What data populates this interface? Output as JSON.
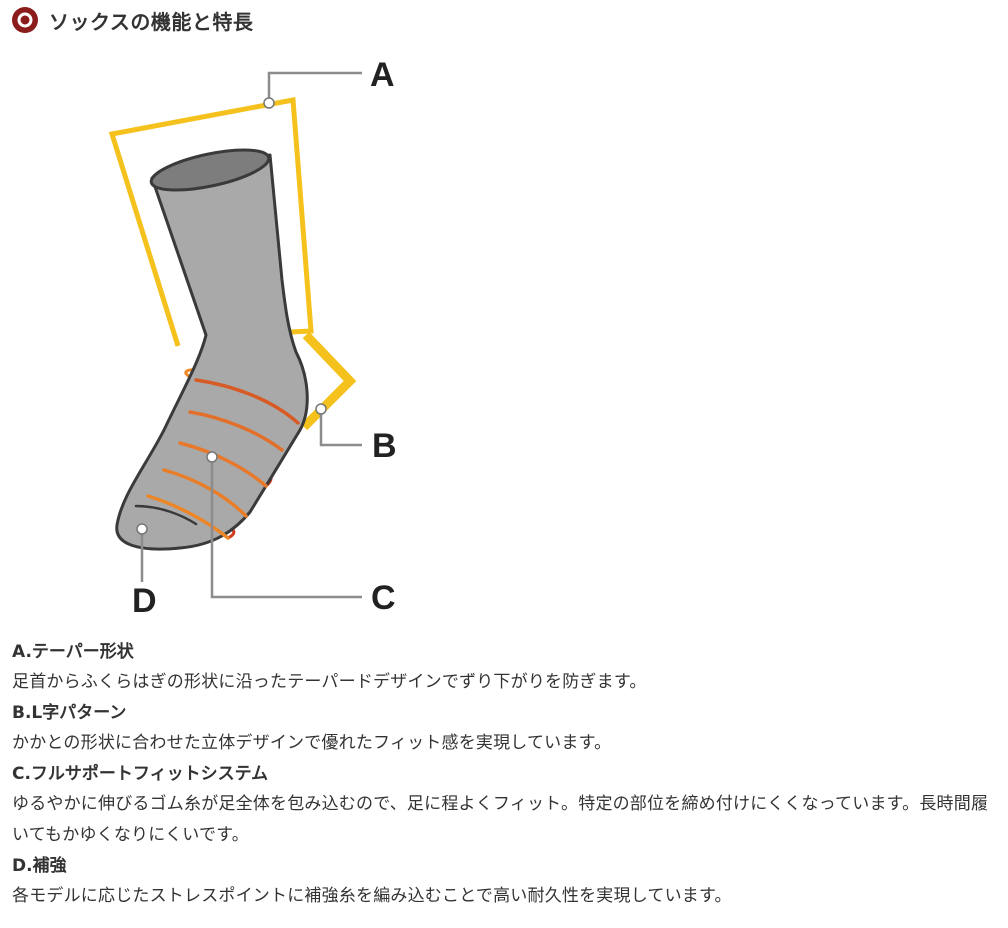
{
  "section": {
    "title": "ソックスの機能と特長",
    "accent_color": "#8b1c1c",
    "bullet_icon": "circle-bullet-icon"
  },
  "diagram": {
    "callouts": {
      "a": "A",
      "b": "B",
      "c": "C",
      "d": "D"
    },
    "colors": {
      "sock_fill": "#a9a9a9",
      "sock_outline": "#3a3a3a",
      "sock_top": "#7d7d7d",
      "bracket": "#f5c11c",
      "band_orange": "#f08a24",
      "band_red": "#d23c1e",
      "leader_line": "#8c8c8c"
    }
  },
  "features": [
    {
      "title": "A.テーパー形状",
      "description": "足首からふくらはぎの形状に沿ったテーパードデザインでずり下がりを防ぎます。"
    },
    {
      "title": "B.L字パターン",
      "description": "かかとの形状に合わせた立体デザインで優れたフィット感を実現しています。"
    },
    {
      "title": "C.フルサポートフィットシステム",
      "description": "ゆるやかに伸びるゴム糸が足全体を包み込むので、足に程よくフィット。特定の部位を締め付けにくくなっています。長時間履いてもかゆくなりにくいです。"
    },
    {
      "title": "D.補強",
      "description": "各モデルに応じたストレスポイントに補強糸を編み込むことで高い耐久性を実現しています。"
    }
  ]
}
